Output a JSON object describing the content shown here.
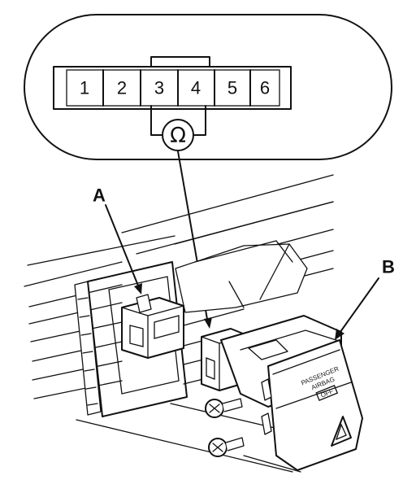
{
  "connector": {
    "pins": [
      "1",
      "2",
      "3",
      "4",
      "5",
      "6"
    ],
    "meter_symbol": "Ω"
  },
  "callouts": {
    "a": "A",
    "b": "B"
  },
  "switch": {
    "line1": "PASSENGER",
    "line2": "AIRBAG",
    "line3": "OFF"
  }
}
